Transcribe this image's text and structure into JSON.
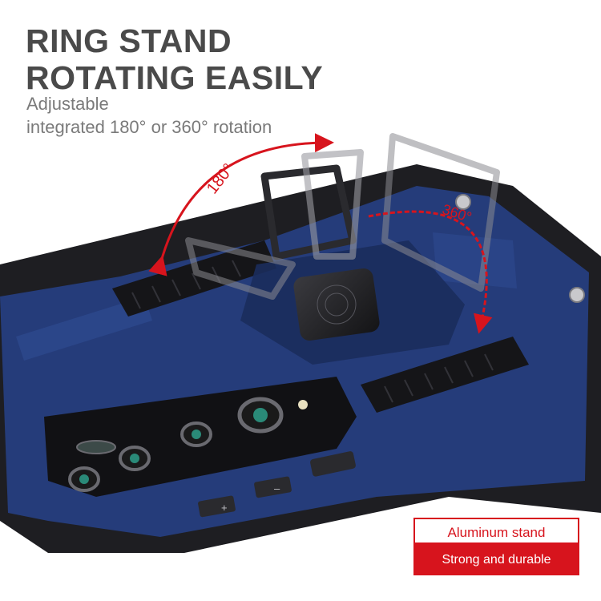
{
  "headline": {
    "line1": "RING STAND",
    "line2": "ROTATING EASILY"
  },
  "subtitle": {
    "line1": "Adjustable",
    "line2": "integrated 180° or 360° rotation"
  },
  "rotation_labels": {
    "half": "180°",
    "full": "360°"
  },
  "buttons": {
    "plus": "+",
    "minus": "–"
  },
  "badge": {
    "top": "Aluminum stand",
    "bottom": "Strong and durable"
  },
  "colors": {
    "accent_red": "#d7141d",
    "case_blue": "#253c7a",
    "case_black": "#1e1e22",
    "text_gray": "#4a4a4a"
  }
}
